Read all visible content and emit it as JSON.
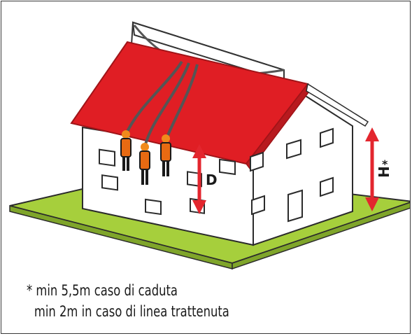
{
  "labels": {
    "distance": "D",
    "height_letter": "H",
    "height_mark": "*"
  },
  "note": {
    "line1": "* min 5,5m caso di caduta",
    "line2": "min 2m in caso di linea trattenuta"
  },
  "colors": {
    "roof": "#e01e24",
    "roof_edge": "#a01418",
    "lawn": "#a6cf3c",
    "lawn_edge": "#2b2b2b",
    "wall": "#ffffff",
    "outline": "#2b2b2b",
    "arrow": "#e3262e",
    "line": "#555555",
    "worker_body": "#e86a12",
    "worker_dark": "#1a1a1a",
    "helmet": "#f08a1c"
  },
  "icons": {
    "worker": "worker-figure",
    "arrow": "double-headed-arrow"
  }
}
